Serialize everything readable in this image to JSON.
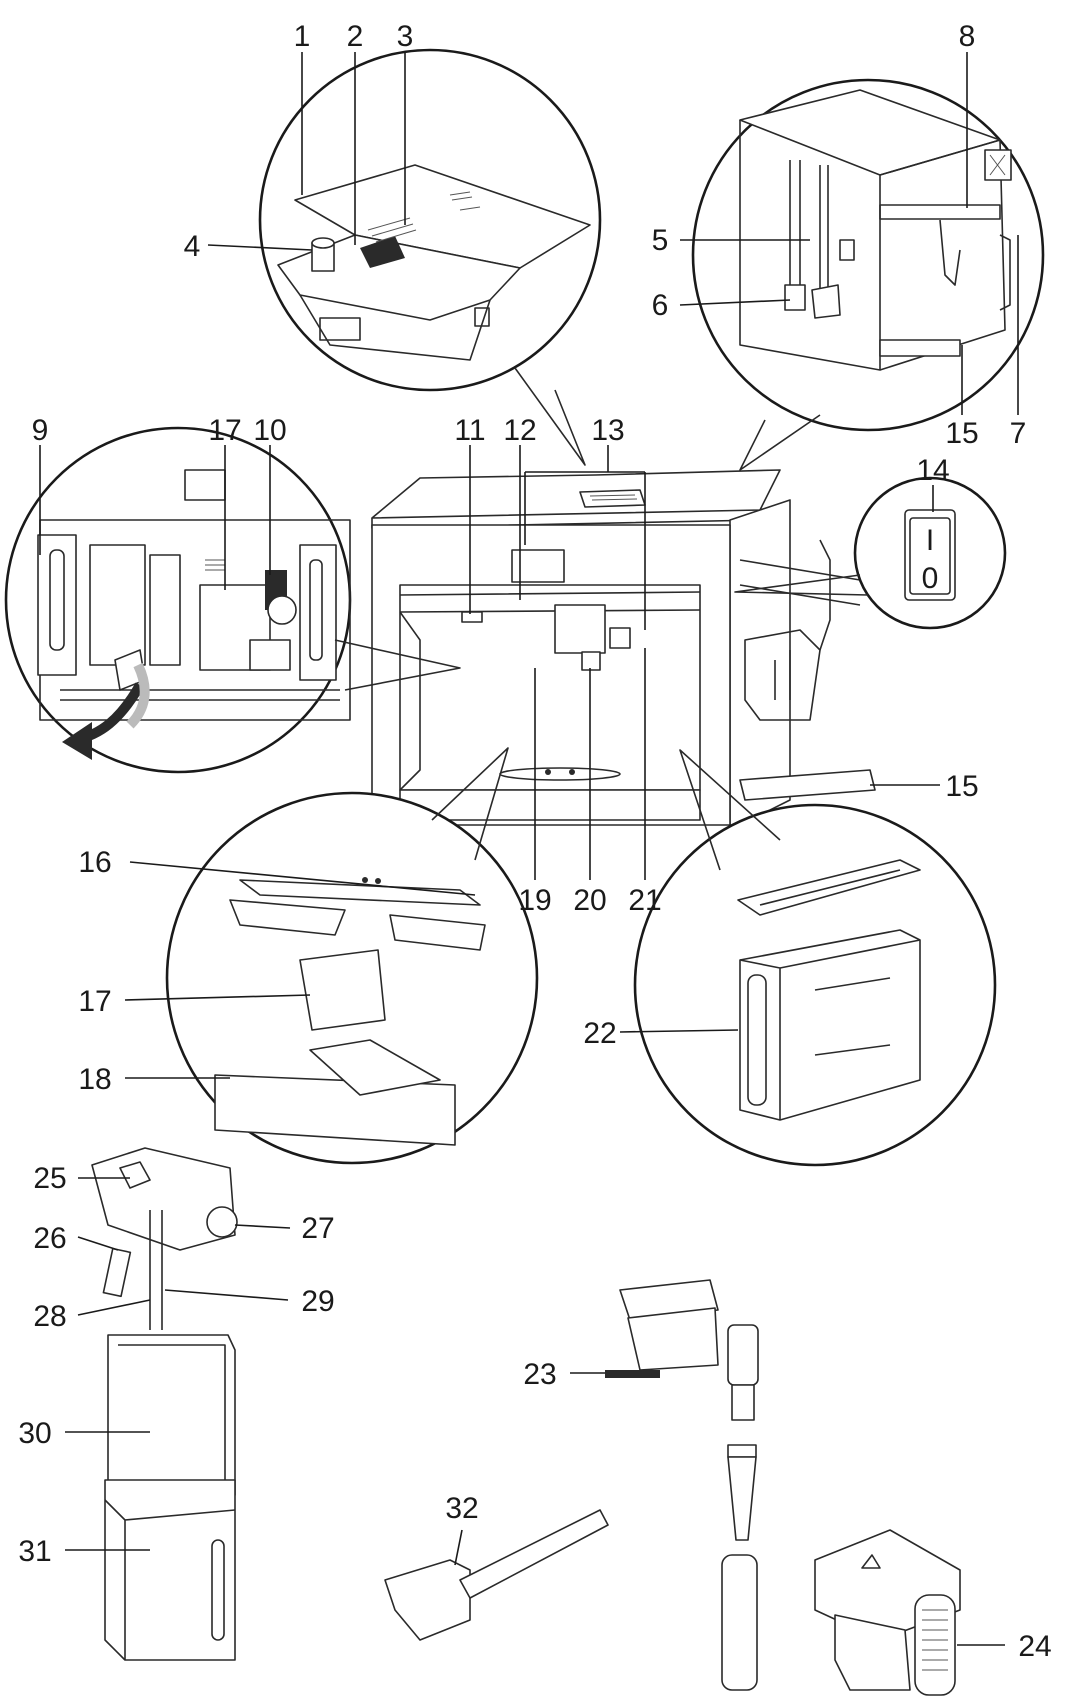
{
  "colors": {
    "ink": "#1a1a1a",
    "background": "#ffffff"
  },
  "diagram": {
    "callouts": [
      {
        "id": "1",
        "label": "1"
      },
      {
        "id": "2",
        "label": "2"
      },
      {
        "id": "3",
        "label": "3"
      },
      {
        "id": "4",
        "label": "4"
      },
      {
        "id": "5",
        "label": "5"
      },
      {
        "id": "6",
        "label": "6"
      },
      {
        "id": "7",
        "label": "7"
      },
      {
        "id": "8",
        "label": "8"
      },
      {
        "id": "9",
        "label": "9"
      },
      {
        "id": "10",
        "label": "10"
      },
      {
        "id": "11",
        "label": "11"
      },
      {
        "id": "12",
        "label": "12"
      },
      {
        "id": "13",
        "label": "13"
      },
      {
        "id": "14",
        "label": "14"
      },
      {
        "id": "15a",
        "label": "15"
      },
      {
        "id": "15b",
        "label": "15"
      },
      {
        "id": "16",
        "label": "16"
      },
      {
        "id": "17a",
        "label": "17"
      },
      {
        "id": "17b",
        "label": "17"
      },
      {
        "id": "18",
        "label": "18"
      },
      {
        "id": "19",
        "label": "19"
      },
      {
        "id": "20",
        "label": "20"
      },
      {
        "id": "21",
        "label": "21"
      },
      {
        "id": "22",
        "label": "22"
      },
      {
        "id": "23",
        "label": "23"
      },
      {
        "id": "24",
        "label": "24"
      },
      {
        "id": "25",
        "label": "25"
      },
      {
        "id": "26",
        "label": "26"
      },
      {
        "id": "27",
        "label": "27"
      },
      {
        "id": "28",
        "label": "28"
      },
      {
        "id": "29",
        "label": "29"
      },
      {
        "id": "30",
        "label": "30"
      },
      {
        "id": "31",
        "label": "31"
      },
      {
        "id": "32",
        "label": "32"
      }
    ],
    "switch_marks": {
      "on": "I",
      "off": "0"
    }
  }
}
